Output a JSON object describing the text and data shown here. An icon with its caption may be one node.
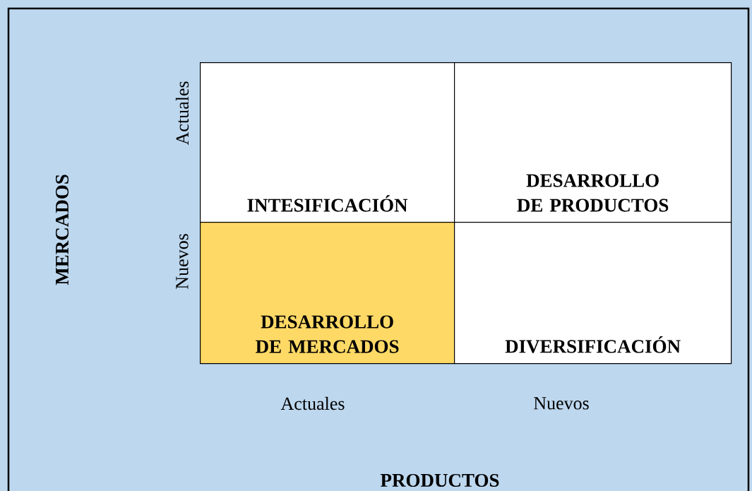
{
  "diagram": {
    "nodes": [
      {
        "text": [
          "INTESIFICACIÓN"
        ]
      },
      {
        "text": [
          "DESARROLLO DE PRODUCTOS"
        ]
      },
      {
        "text": [
          "DESARROLLO DE MERCADOS"
        ]
      },
      {
        "text": [
          "DIVERSIFICACIÓN"
        ]
      }
    ],
    "labels": [
      "MERCADOS",
      "Actuales",
      "Nuevos",
      "Actuales",
      "Nuevos",
      "PRODUCTOS"
    ]
  }
}
